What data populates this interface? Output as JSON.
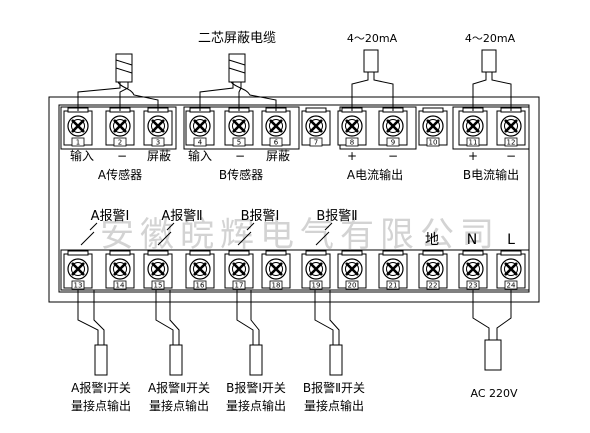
{
  "top_labels": {
    "twin_core_shielded_cable": "二芯屏蔽电缆",
    "current_a": "4～20mA",
    "current_b": "4～20mA"
  },
  "top_terminal_numbers": [
    "1",
    "2",
    "3",
    "4",
    "5",
    "6",
    "7",
    "8",
    "9",
    "10",
    "11",
    "12"
  ],
  "bottom_terminal_numbers": [
    "13",
    "14",
    "15",
    "16",
    "17",
    "18",
    "19",
    "20",
    "21",
    "22",
    "23",
    "24"
  ],
  "top_row": {
    "input_a": "输入",
    "shield_a": "屏蔽",
    "input_b": "输入",
    "shield_b": "屏蔽",
    "minus_a": "−",
    "minus_b": "−",
    "plus_8": "+",
    "minus_9": "−",
    "plus_11": "+",
    "minus_12": "−",
    "sensor_a": "A传感器",
    "sensor_b": "B传感器",
    "current_out_a": "A电流输出",
    "current_out_b": "B电流输出"
  },
  "alarm_labels": {
    "a_alarm_1": "A报警Ⅰ",
    "a_alarm_2": "A报警Ⅱ",
    "b_alarm_1": "B报警Ⅰ",
    "b_alarm_2": "B报警Ⅱ",
    "ground": "地",
    "neutral": "N",
    "live": "L"
  },
  "bottom_labels": {
    "a1_line1": "A报警Ⅰ开关",
    "a1_line2": "量接点输出",
    "a2_line1": "A报警Ⅱ开关",
    "a2_line2": "量接点输出",
    "b1_line1": "B报警Ⅰ开关",
    "b1_line2": "量接点输出",
    "b2_line1": "B报警Ⅱ开关",
    "b2_line2": "量接点输出",
    "ac": "AC 220V"
  },
  "watermark": "安徽皖辉电气有限公司",
  "colors": {
    "line": "#000000",
    "watermark": "#d3d3d3",
    "background": "#ffffff"
  }
}
